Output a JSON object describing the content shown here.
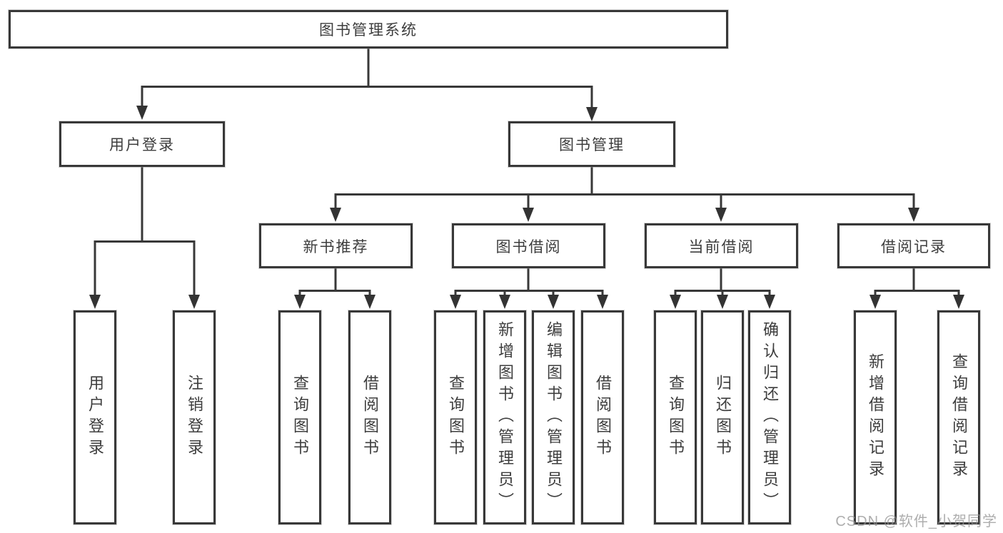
{
  "tree": {
    "root": {
      "label": "图书管理系统",
      "children": [
        {
          "label": "用户登录",
          "children": [
            {
              "label": "用户登录"
            },
            {
              "label": "注销登录"
            }
          ]
        },
        {
          "label": "图书管理",
          "children": [
            {
              "label": "新书推荐",
              "children": [
                {
                  "label": "查询图书"
                },
                {
                  "label": "借阅图书"
                }
              ]
            },
            {
              "label": "图书借阅",
              "children": [
                {
                  "label": "查询图书"
                },
                {
                  "label": "新增图书（管理员）"
                },
                {
                  "label": "编辑图书（管理员）"
                },
                {
                  "label": "借阅图书"
                }
              ]
            },
            {
              "label": "当前借阅",
              "children": [
                {
                  "label": "查询图书"
                },
                {
                  "label": "归还图书"
                },
                {
                  "label": "确认归还（管理员）"
                }
              ]
            },
            {
              "label": "借阅记录",
              "children": [
                {
                  "label": "新增借阅记录"
                },
                {
                  "label": "查询借阅记录"
                }
              ]
            }
          ]
        }
      ]
    }
  },
  "colors": {
    "line": "#383838",
    "arrow": "#333333",
    "border": "#383838",
    "text": "#3d3d3d",
    "watermark": "#919191"
  },
  "watermark": "CSDN @软件_小贺同学"
}
